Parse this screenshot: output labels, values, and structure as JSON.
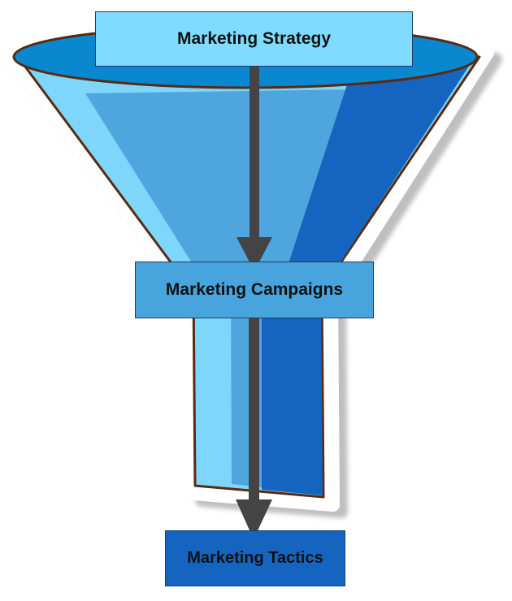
{
  "stages": [
    {
      "label": "Marketing Strategy"
    },
    {
      "label": "Marketing Campaigns"
    },
    {
      "label": "Marketing Tactics"
    }
  ],
  "colors": {
    "stage_1": "#7fdcff",
    "stage_2": "#48a4dc",
    "stage_3": "#1565c0",
    "funnel_light": "#7fd6fb",
    "funnel_mid": "#4fa6de",
    "funnel_dark": "#1565c0",
    "funnel_rim": "#0a88cf",
    "outline": "#5a2a10",
    "arrow": "#444444"
  }
}
